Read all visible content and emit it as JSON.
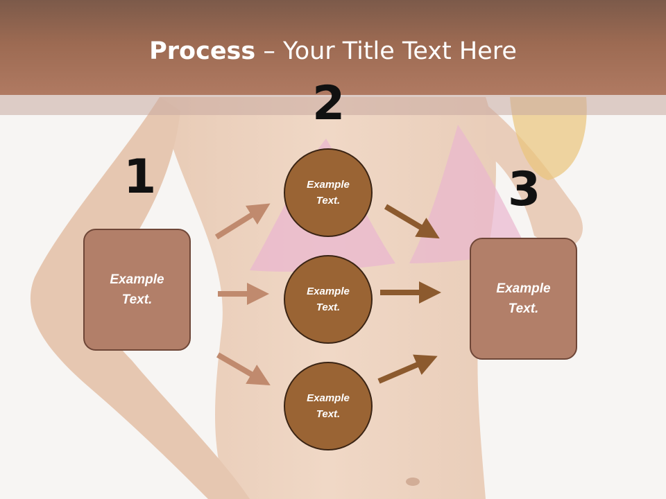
{
  "slide": {
    "title_bold": "Process",
    "title_rest": " – Your Title Text Here",
    "steps": [
      {
        "number": "1",
        "text": "Example Text."
      },
      {
        "number": "2",
        "text": "Example Text."
      },
      {
        "number": "3",
        "text": "Example Text."
      }
    ],
    "circles": [
      {
        "text": "Example Text."
      },
      {
        "text": "Example Text."
      },
      {
        "text": "Example Text."
      }
    ]
  },
  "colors": {
    "header": "#9c6a52",
    "box_fill": "#b27f69",
    "circle_fill": "#9a6434",
    "arrow_light": "#c08a6e",
    "arrow_dark": "#8c5a2e"
  }
}
